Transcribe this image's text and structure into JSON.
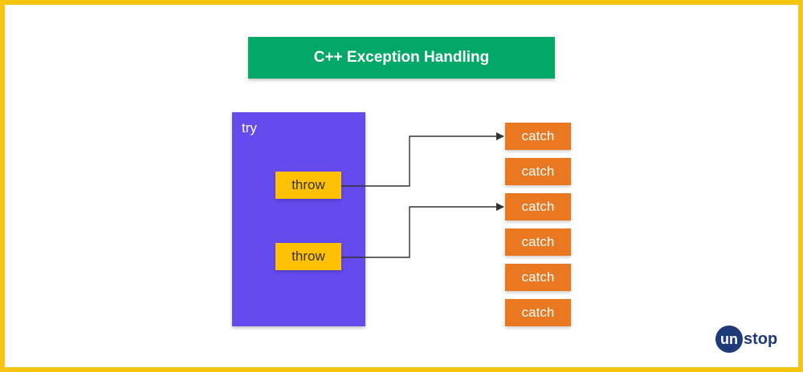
{
  "title": "C++ Exception Handling",
  "try_block": {
    "label": "try",
    "throws": [
      "throw",
      "throw"
    ]
  },
  "catches": [
    "catch",
    "catch",
    "catch",
    "catch",
    "catch",
    "catch"
  ],
  "connections": [
    {
      "from_throw": 1,
      "to_catch": 1
    },
    {
      "from_throw": 2,
      "to_catch": 3
    }
  ],
  "logo": {
    "text": "unstop"
  },
  "colors": {
    "border": "#F6C513",
    "title_bg": "#03A869",
    "try_bg": "#654AEE",
    "throw_bg": "#FFC102",
    "catch_bg": "#E97820",
    "arrow": "#333333",
    "logo": "#1E3A78"
  }
}
